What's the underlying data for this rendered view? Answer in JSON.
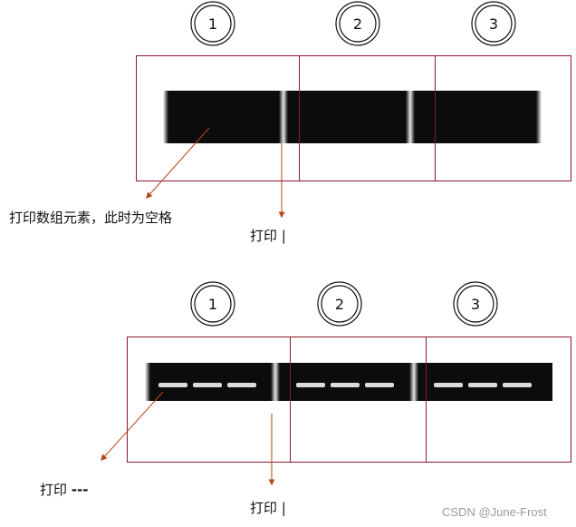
{
  "diagrams": [
    {
      "circles": [
        "1",
        "2",
        "3"
      ],
      "annotation_left": "打印数组元素，此时为空格",
      "annotation_right": "打印 |",
      "cells": [
        {
          "segments": [
            " "
          ]
        },
        {
          "segments": [
            " "
          ]
        },
        {
          "segments": [
            " "
          ]
        }
      ]
    },
    {
      "circles": [
        "1",
        "2",
        "3"
      ],
      "annotation_left_prefix": "打印 ",
      "annotation_left_bold": "---",
      "annotation_right": "打印 |",
      "cells": [
        {
          "segments": [
            "-",
            "-",
            "-"
          ]
        },
        {
          "segments": [
            "-",
            "-",
            "-"
          ]
        },
        {
          "segments": [
            "-",
            "-",
            "-"
          ]
        }
      ]
    }
  ],
  "colors": {
    "box_border": "#8b1a2b",
    "arrow": "#b5461c",
    "strip": "#0c0c0c",
    "circle": "#111111"
  },
  "watermark": "CSDN @June-Frost"
}
